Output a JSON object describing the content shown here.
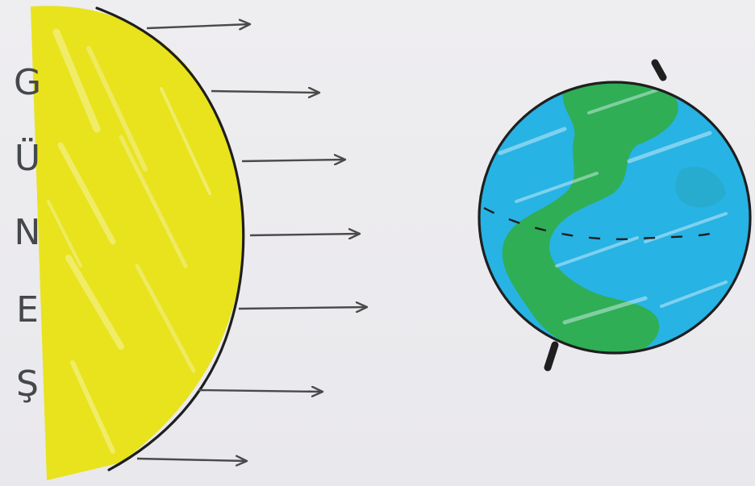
{
  "sun": {
    "label_letters": [
      "G",
      "Ü",
      "N",
      "E",
      "Ş"
    ],
    "fill_color": "#e8e31c",
    "highlight_color": "#f6f39a",
    "outline_color": "#1e1e1e"
  },
  "rays": {
    "count": 7,
    "color": "#4a4a4a"
  },
  "earth": {
    "ocean_color": "#27b3e4",
    "land_color": "#2fae55",
    "outline_color": "#1f1f1f",
    "axis_color": "#1f1f1f"
  },
  "background_color": "#ecebee"
}
